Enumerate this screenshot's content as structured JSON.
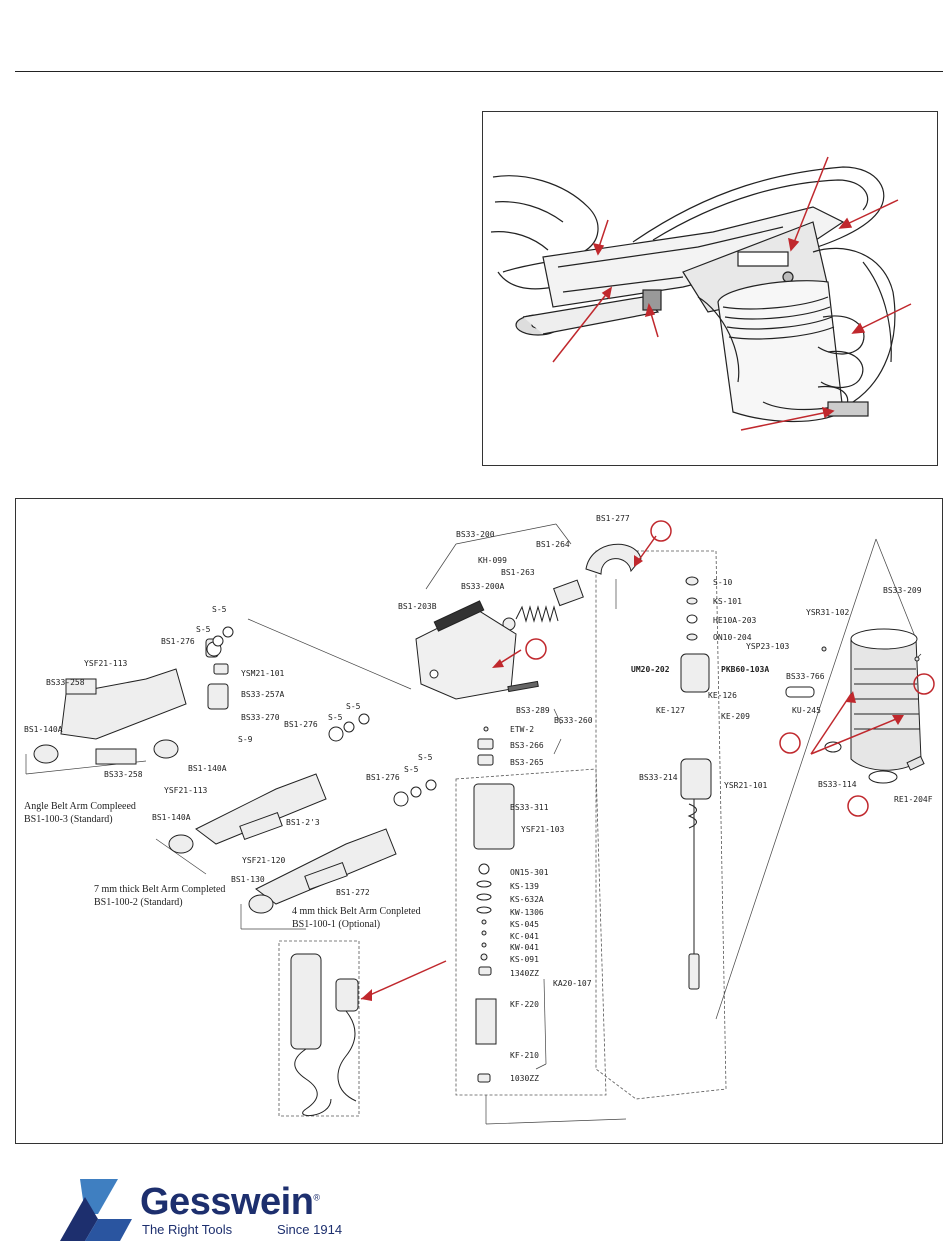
{
  "parts": {
    "bs33_200": "BS33-200",
    "bs1_277": "BS1-277",
    "bs1_264": "BS1-264",
    "kh_099": "KH-099",
    "bs1_263": "BS1-263",
    "bs33_200a": "BS33-200A",
    "bs1_203b": "BS1-203B",
    "bs3_289": "BS3-289",
    "bs33_260": "BS33-260",
    "etw_2": "ETW-2",
    "bs3_266": "BS3-266",
    "bs3_265": "BS3-265",
    "bs33_311": "BS33-311",
    "ysf21_103": "YSF21-103",
    "on15_301": "ON15-301",
    "ks_139": "KS-139",
    "ks_632a": "KS-632A",
    "kw_1306": "KW-1306",
    "ks_045": "KS-045",
    "kc_041": "KC-041",
    "kw_041": "KW-041",
    "ks_091": "KS-091",
    "p1340zz": "1340ZZ",
    "ka20_107": "KA20-107",
    "kf_220": "KF-220",
    "kf_210": "KF-210",
    "p1030zz": "1030ZZ",
    "s_10": "S-10",
    "ks_101": "KS-101",
    "he10a_203": "HE10A-203",
    "on10_204": "ON10-204",
    "ysp23_103": "YSP23-103",
    "um20_202": "UM20-202",
    "pkb60_103a": "PKB60-103A",
    "ke_126": "KE-126",
    "ke_127": "KE-127",
    "ke_209": "KE-209",
    "bs33_214": "BS33-214",
    "ysr21_101": "YSR21-101",
    "bs33_209": "BS33-209",
    "ysr31_102": "YSR31-102",
    "bs33_766": "BS33-766",
    "ku_245": "KU-245",
    "bs33_114": "BS33-114",
    "re1_204f": "RE1-204F",
    "s_5a": "S-5",
    "s_5b": "S-5",
    "bs1_276a": "BS1-276",
    "ysm21_101": "YSM21-101",
    "bs33_257a": "BS33-257A",
    "bs33_270": "BS33-270",
    "s_9": "S-9",
    "ysf21_113a": "YSF21-113",
    "bs33_258a": "BS33-258",
    "bs1_140a_a": "BS1-140A",
    "bs33_258b": "BS33-258",
    "bs1_140a_b": "BS1-140A",
    "s_5c": "S-5",
    "s_5d": "S-5",
    "bs1_276b": "BS1-276",
    "ysf21_113b": "YSF21-113",
    "bs1_273": "BS1-2'3",
    "bs1_140a_c": "BS1-140A",
    "s_5e": "S-5",
    "s_5f": "S-5",
    "bs1_276c": "BS1-276",
    "ysf21_120": "YSF21-120",
    "bs1_272": "BS1-272",
    "bs1_130": "BS1-130"
  },
  "captions": {
    "angle_line1": "Angle Belt Arm Compleeed",
    "angle_line2": "BS1-100-3 (Standard)",
    "seven_line1": "7 mm thick Belt Arm Completed",
    "seven_line2": "BS1-100-2 (Standard)",
    "four_line1": "4 mm thick Belt Arm Conpleted",
    "four_line2": "BS1-100-1 (Optional)"
  },
  "logo": {
    "name": "Gesswein",
    "registered": "®",
    "tagline": "The Right Tools",
    "since": "Since 1914"
  },
  "colors": {
    "accent_red": "#c0282d",
    "brand_blue": "#1d2f6e",
    "logo_light_blue": "#3f7fc1"
  }
}
